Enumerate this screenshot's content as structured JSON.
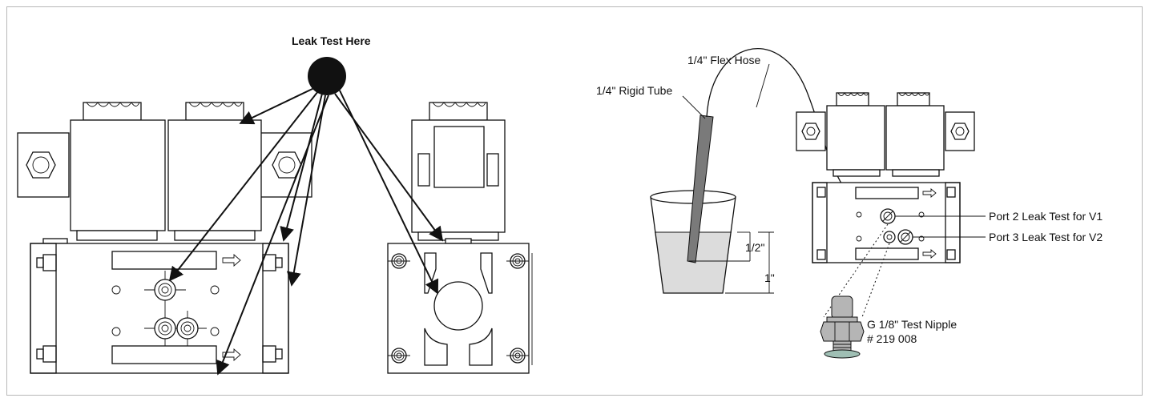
{
  "labels": {
    "leak_test_here": "Leak Test Here",
    "flex_hose": "1/4\" Flex Hose",
    "rigid_tube": "1/4\" Rigid Tube",
    "half_inch": "1/2\"",
    "one_inch": "1\"",
    "port2": "Port 2 Leak Test for V1",
    "port3": "Port 3 Leak Test for V2",
    "nipple_line1": "G 1/8\" Test Nipple",
    "nipple_line2": "# 219 008"
  },
  "colors": {
    "line": "#111111",
    "frame": "#b8b8b8",
    "water": "#dcdcdc",
    "tube": "#7a7a7a",
    "nipple_gray": "#b5b5b5",
    "washer": "#9fbfb4"
  }
}
